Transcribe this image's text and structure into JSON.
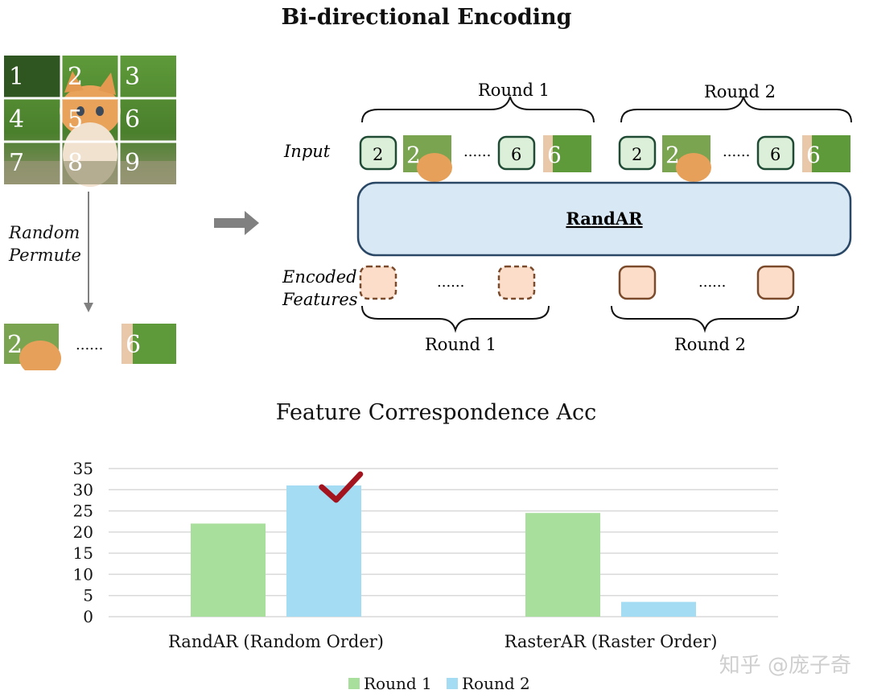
{
  "diagram": {
    "title": "Bi-directional Encoding",
    "grid_labels": [
      "1",
      "2",
      "3",
      "4",
      "5",
      "6",
      "7",
      "8",
      "9"
    ],
    "permute_label_line1": "Random",
    "permute_label_line2": "Permute",
    "permuted_tokens": [
      "2",
      "6"
    ],
    "ellipsis": "......",
    "input_label": "Input",
    "encoded_label_line1": "Encoded",
    "encoded_label_line2": "Features",
    "model_label": "RandAR",
    "top_round_labels": [
      "Round 1",
      "Round 2"
    ],
    "bottom_round_labels": [
      "Round 1",
      "Round 2"
    ],
    "round_tokens": [
      "2",
      "6"
    ],
    "colors": {
      "token_fill": "#dcefd8",
      "token_border": "#1f4a34",
      "model_fill": "#d9e8f5",
      "model_border": "#2a4766",
      "feature_fill": "#fbddca",
      "feature_border": "#7a4a2a",
      "arrow": "#808080"
    }
  },
  "chart_data": {
    "type": "bar",
    "title": "Feature Correspondence Acc",
    "categories": [
      "RandAR (Random Order)",
      "RasterAR (Raster Order)"
    ],
    "series": [
      {
        "name": "Round 1",
        "values": [
          22,
          24.5
        ],
        "color": "#a8df9c"
      },
      {
        "name": "Round 2",
        "values": [
          31,
          3.5
        ],
        "color": "#a3dcf3"
      }
    ],
    "ylim": [
      0,
      35
    ],
    "yticks": [
      "0",
      "5",
      "10",
      "15",
      "20",
      "25",
      "30",
      "35"
    ],
    "grid": true,
    "legend_position": "bottom",
    "annotation": "checkmark",
    "checkmark_color": "#a3141e"
  },
  "watermark": "知乎 @庞子奇"
}
